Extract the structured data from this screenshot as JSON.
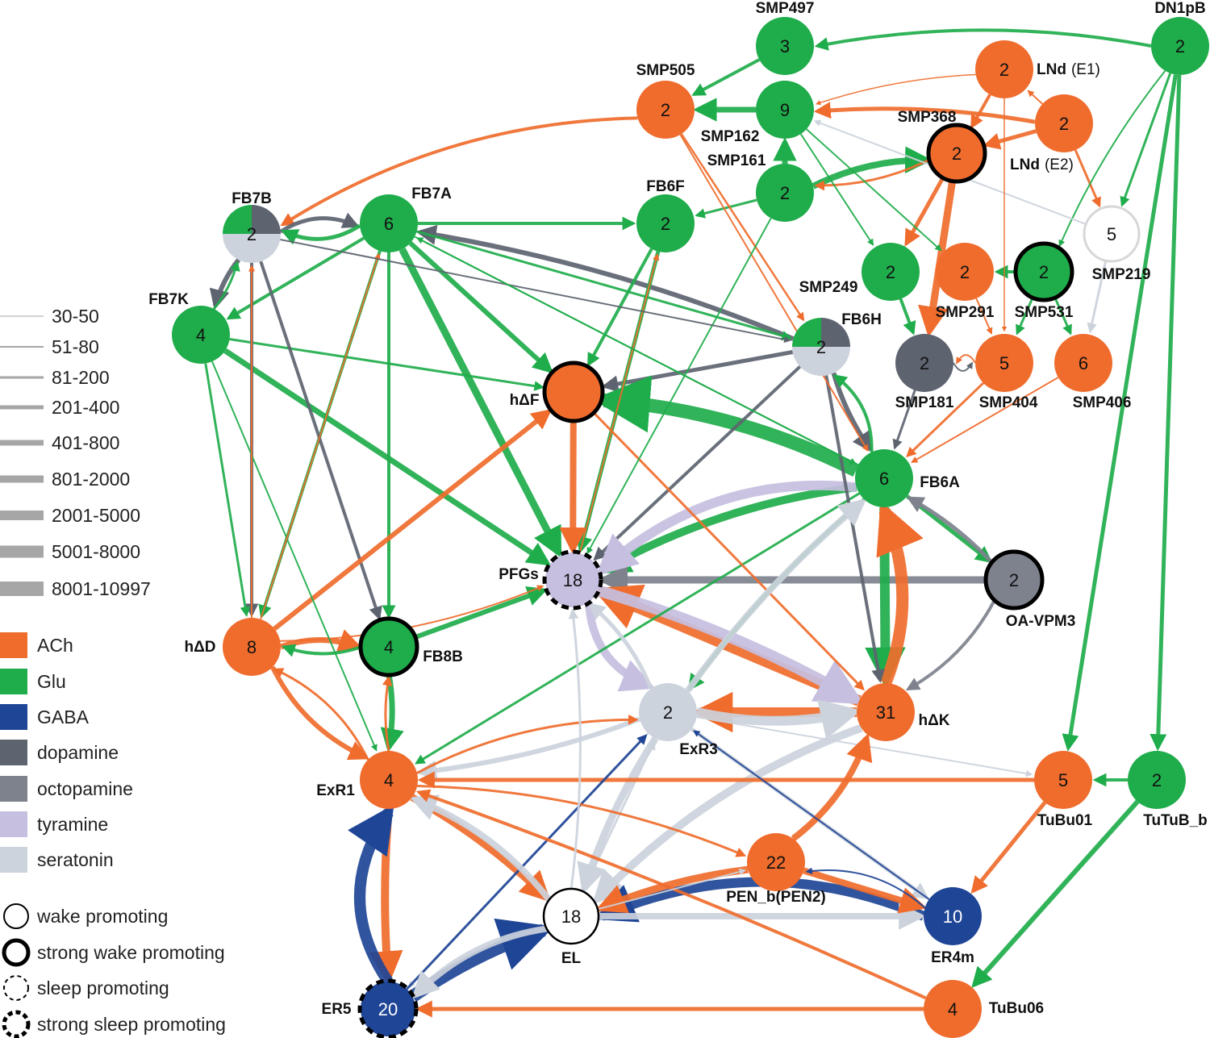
{
  "colors": {
    "ACh": "#ef6c2d",
    "Glu": "#1fac4b",
    "GABA": "#1f4596",
    "dopamine": "#5d6470",
    "octopamine": "#7d828d",
    "tyramine": "#c6bfe0",
    "seratonin": "#ccd3dc",
    "none": "#ffffff",
    "legend_width": "#a6a6a6"
  },
  "nodes": [
    {
      "id": "SMP497",
      "label": "SMP497",
      "count": "3",
      "type": "Glu"
    },
    {
      "id": "DN1pB",
      "label": "DN1pB",
      "count": "2",
      "type": "Glu"
    },
    {
      "id": "SMP505",
      "label": "SMP505",
      "count": "2",
      "type": "ACh"
    },
    {
      "id": "SMP162",
      "label": "SMP162",
      "count": "9",
      "type": "Glu"
    },
    {
      "id": "LNdE1",
      "label": "LNd",
      "label_sub": "(E1)",
      "count": "2",
      "type": "ACh"
    },
    {
      "id": "LNdE2",
      "label": "LNd",
      "label_sub": "(E2)",
      "count": "2",
      "type": "ACh"
    },
    {
      "id": "SMP368",
      "label": "SMP368",
      "count": "2",
      "type": "ACh",
      "ring": "strong-wake"
    },
    {
      "id": "SMP161",
      "label": "SMP161",
      "count": "2",
      "type": "Glu"
    },
    {
      "id": "FB7B",
      "label": "FB7B",
      "count": "2",
      "type": "pie-fb7b"
    },
    {
      "id": "FB7A",
      "label": "FB7A",
      "count": "6",
      "type": "Glu"
    },
    {
      "id": "FB6F",
      "label": "FB6F",
      "count": "2",
      "type": "Glu"
    },
    {
      "id": "SMP219",
      "label": "SMP219",
      "count": "5",
      "type": "none",
      "ring": "light"
    },
    {
      "id": "FB7K",
      "label": "FB7K",
      "count": "4",
      "type": "Glu"
    },
    {
      "id": "SMP249",
      "label": "SMP249",
      "count": "2",
      "type": "Glu"
    },
    {
      "id": "SMP291",
      "label": "SMP291",
      "count": "2",
      "type": "ACh"
    },
    {
      "id": "SMP531",
      "label": "SMP531",
      "count": "2",
      "type": "Glu",
      "ring": "strong-wake"
    },
    {
      "id": "FB6H",
      "label": "FB6H",
      "count": "2",
      "type": "pie-fb6h"
    },
    {
      "id": "hDF",
      "label": "hΔF",
      "count": "",
      "type": "ACh",
      "ring": "strong-wake"
    },
    {
      "id": "SMP181",
      "label": "SMP181",
      "count": "2",
      "type": "dopamine"
    },
    {
      "id": "SMP404",
      "label": "SMP404",
      "count": "5",
      "type": "ACh"
    },
    {
      "id": "SMP406",
      "label": "SMP406",
      "count": "6",
      "type": "ACh"
    },
    {
      "id": "FB6A",
      "label": "FB6A",
      "count": "6",
      "type": "Glu"
    },
    {
      "id": "PFGs",
      "label": "PFGs",
      "count": "18",
      "type": "tyramine",
      "ring": "strong-sleep"
    },
    {
      "id": "OAVPM3",
      "label": "OA-VPM3",
      "count": "2",
      "type": "octopamine",
      "ring": "strong-wake"
    },
    {
      "id": "hDD",
      "label": "hΔD",
      "count": "8",
      "type": "ACh"
    },
    {
      "id": "FB8B",
      "label": "FB8B",
      "count": "4",
      "type": "Glu",
      "ring": "strong-wake"
    },
    {
      "id": "ExR3",
      "label": "ExR3",
      "count": "2",
      "type": "seratonin"
    },
    {
      "id": "hDK",
      "label": "hΔK",
      "count": "31",
      "type": "ACh"
    },
    {
      "id": "ExR1",
      "label": "ExR1",
      "count": "4",
      "type": "ACh"
    },
    {
      "id": "TuBu01",
      "label": "TuBu01",
      "count": "5",
      "type": "ACh"
    },
    {
      "id": "TuTuBb",
      "label": "TuTuB_b",
      "count": "2",
      "type": "Glu"
    },
    {
      "id": "PENb",
      "label": "PEN_b(PEN2)",
      "count": "22",
      "type": "ACh"
    },
    {
      "id": "EL",
      "label": "EL",
      "count": "18",
      "type": "none",
      "ring": "wake"
    },
    {
      "id": "ER4m",
      "label": "ER4m",
      "count": "10",
      "type": "GABA"
    },
    {
      "id": "ER5",
      "label": "ER5",
      "count": "20",
      "type": "GABA",
      "ring": "strong-sleep"
    },
    {
      "id": "TuBu06",
      "label": "TuBu06",
      "count": "4",
      "type": "ACh"
    }
  ],
  "legend": {
    "widths": [
      {
        "label": "30-50"
      },
      {
        "label": "51-80"
      },
      {
        "label": "81-200"
      },
      {
        "label": "201-400"
      },
      {
        "label": "401-800"
      },
      {
        "label": "801-2000"
      },
      {
        "label": "2001-5000"
      },
      {
        "label": "5001-8000"
      },
      {
        "label": "8001-10997"
      }
    ],
    "transmitters": [
      {
        "label": "ACh",
        "type": "ACh"
      },
      {
        "label": "Glu",
        "type": "Glu"
      },
      {
        "label": "GABA",
        "type": "GABA"
      },
      {
        "label": "dopamine",
        "type": "dopamine"
      },
      {
        "label": "octopamine",
        "type": "octopamine"
      },
      {
        "label": "tyramine",
        "type": "tyramine"
      },
      {
        "label": "seratonin",
        "type": "seratonin"
      }
    ],
    "rings": [
      {
        "label": "wake promoting",
        "ring": "wake"
      },
      {
        "label": "strong wake promoting",
        "ring": "strong-wake"
      },
      {
        "label": "sleep promoting",
        "ring": "sleep"
      },
      {
        "label": "strong sleep promoting",
        "ring": "strong-sleep"
      }
    ]
  }
}
